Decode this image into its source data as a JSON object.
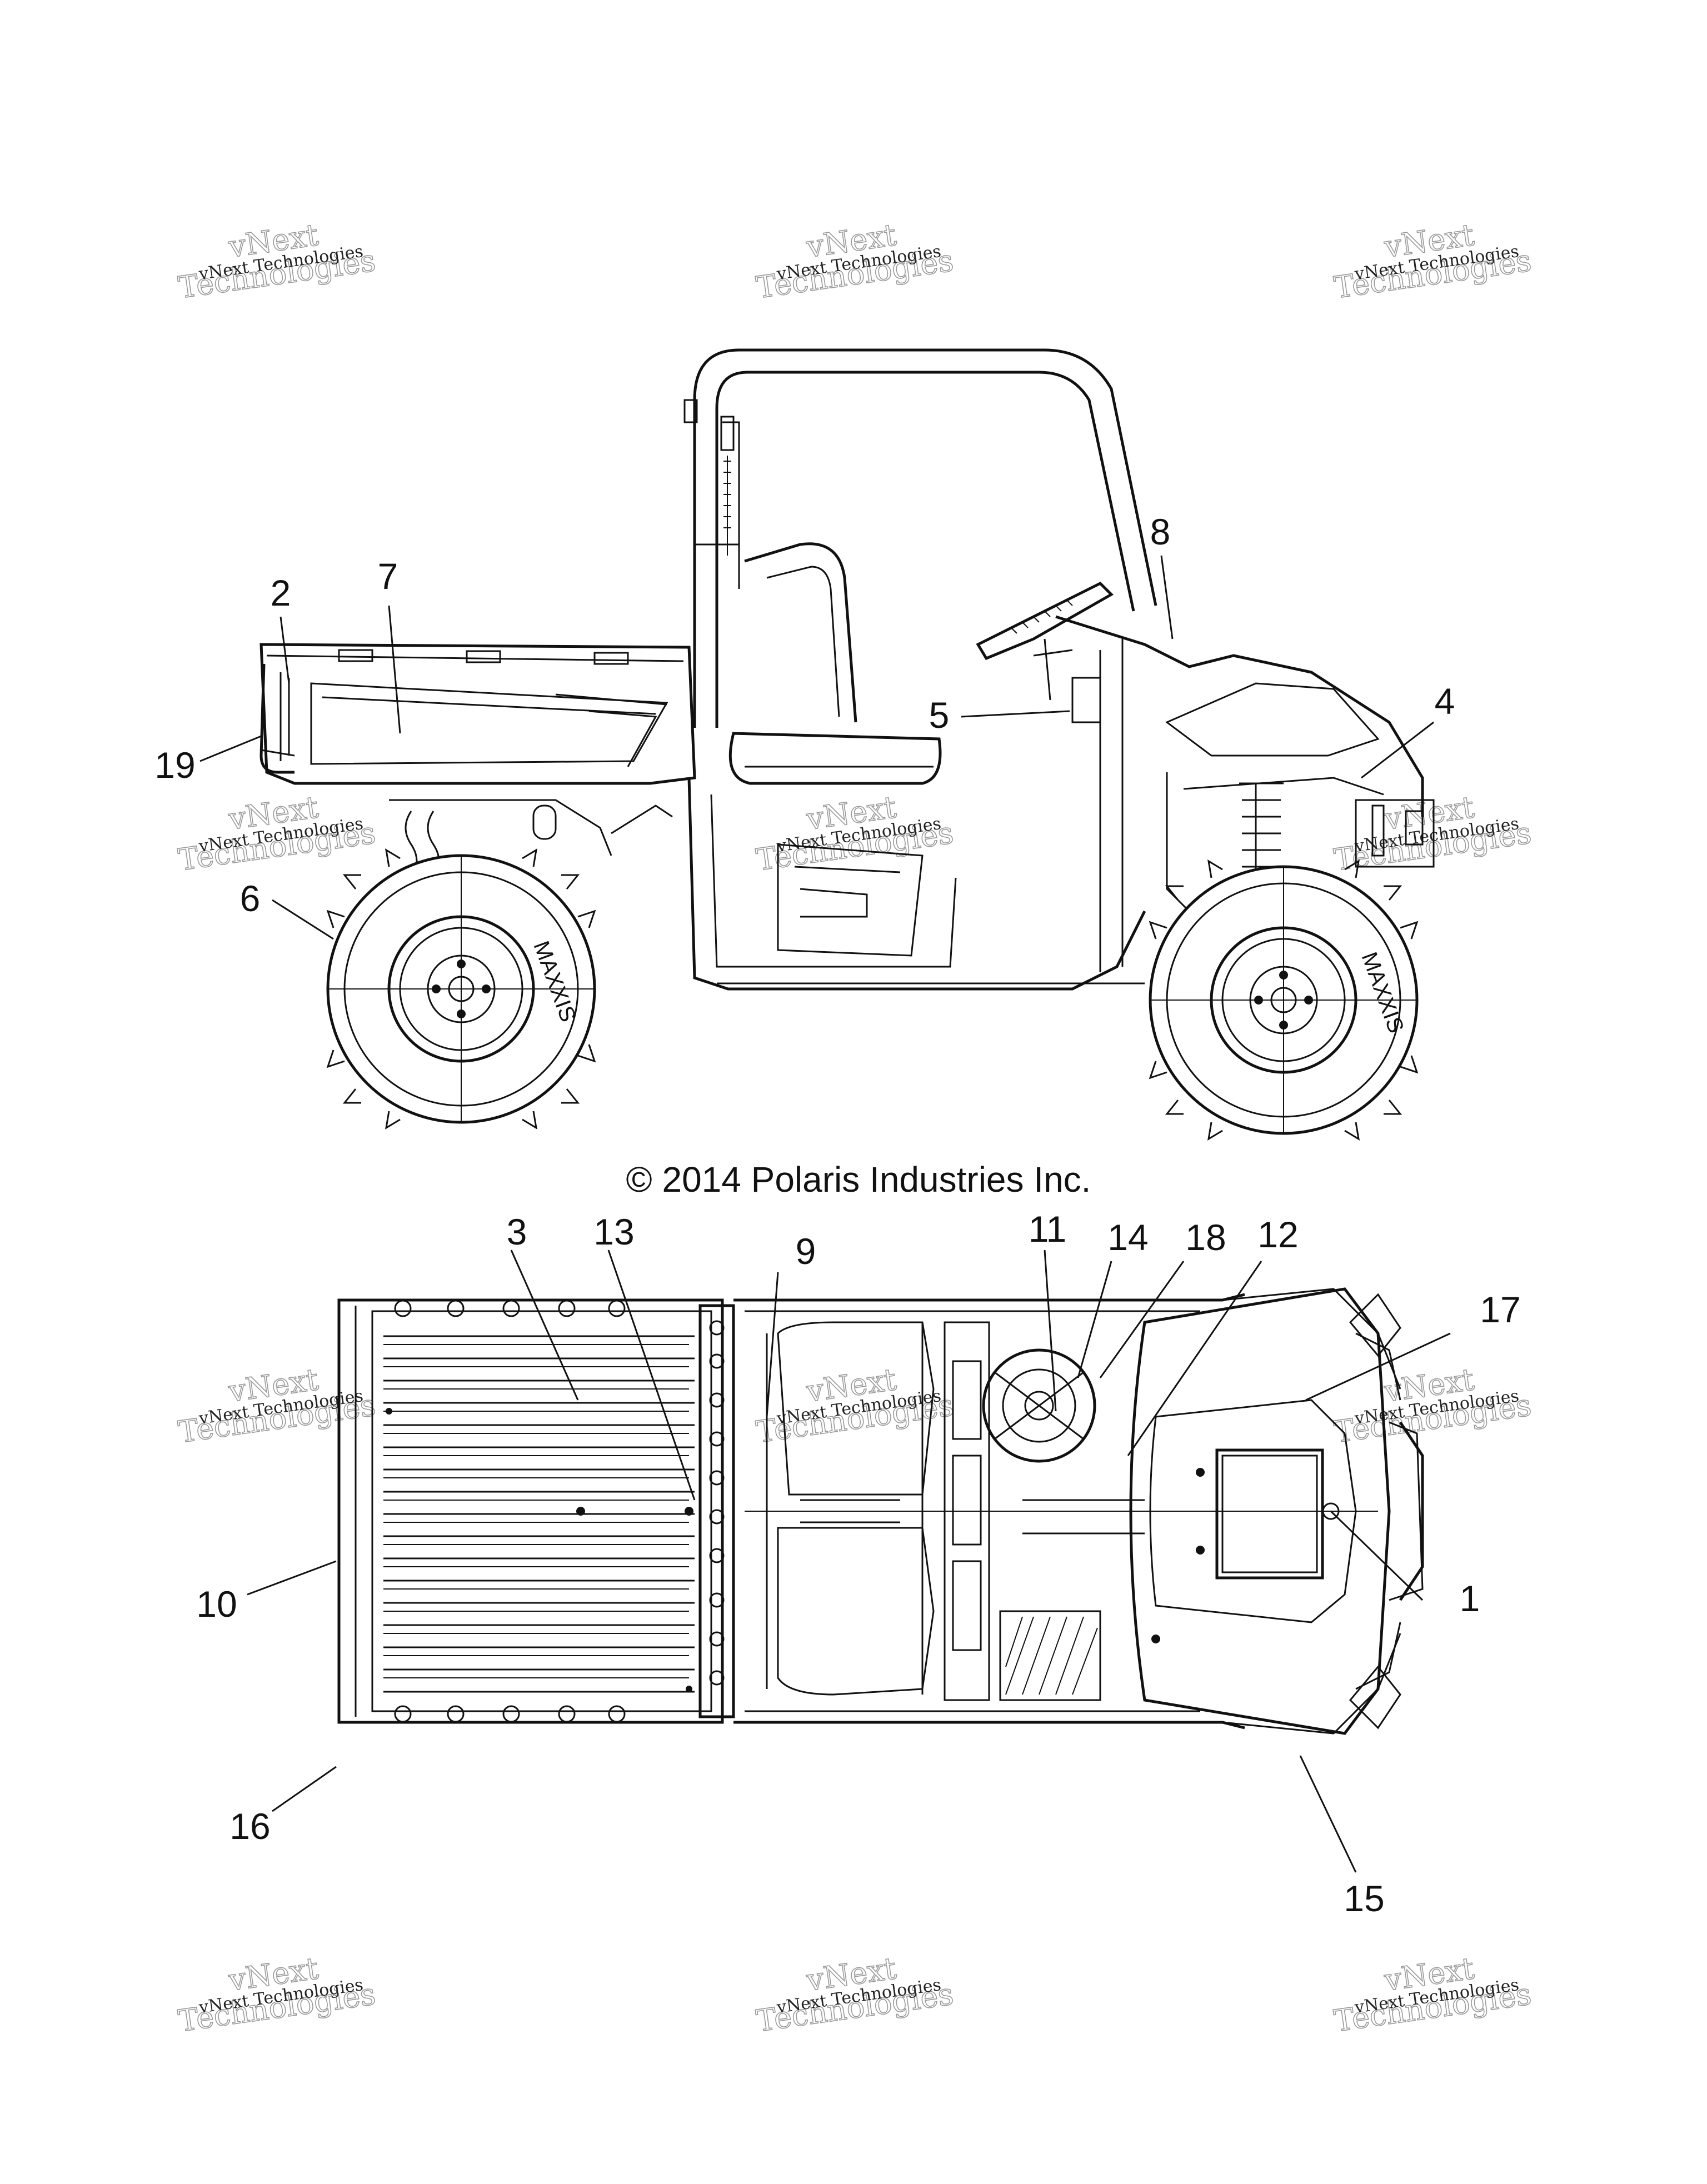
{
  "copyright": "© 2014 Polaris Industries Inc.",
  "watermark": {
    "line_small": "vNext Technologies",
    "line_big_1": "vNext",
    "line_big_2": "Technologies"
  },
  "tire_brand": "MAXXIS",
  "side_view_callouts": [
    {
      "id": "2",
      "label": "2"
    },
    {
      "id": "7",
      "label": "7"
    },
    {
      "id": "19",
      "label": "19"
    },
    {
      "id": "6",
      "label": "6"
    },
    {
      "id": "8",
      "label": "8"
    },
    {
      "id": "5",
      "label": "5"
    },
    {
      "id": "4",
      "label": "4"
    }
  ],
  "top_view_callouts": [
    {
      "id": "3",
      "label": "3"
    },
    {
      "id": "13",
      "label": "13"
    },
    {
      "id": "9",
      "label": "9"
    },
    {
      "id": "11",
      "label": "11"
    },
    {
      "id": "14",
      "label": "14"
    },
    {
      "id": "18",
      "label": "18"
    },
    {
      "id": "12",
      "label": "12"
    },
    {
      "id": "17",
      "label": "17"
    },
    {
      "id": "1",
      "label": "1"
    },
    {
      "id": "10",
      "label": "10"
    },
    {
      "id": "16",
      "label": "16"
    },
    {
      "id": "15",
      "label": "15"
    }
  ]
}
